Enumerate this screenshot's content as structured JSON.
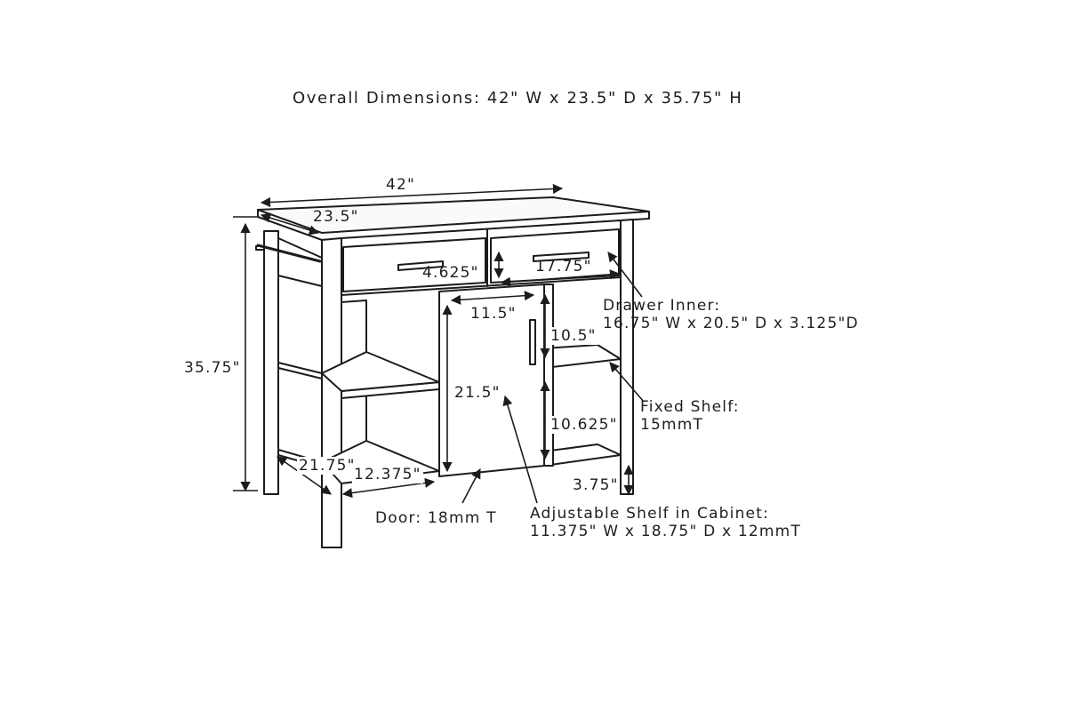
{
  "title": "Overall Dimensions: 42\" W x 23.5\" D x 35.75\" H",
  "dimensions": {
    "width": "42\"",
    "depth": "23.5\"",
    "height": "35.75\"",
    "drawer_height": "4.625\"",
    "drawer_width": "17.75\"",
    "cabinet_width": "11.5\"",
    "side_opening_upper": "10.5\"",
    "cabinet_height": "21.5\"",
    "side_opening_lower": "10.625\"",
    "bottom_depth": "21.75\"",
    "bottom_width": "12.375\"",
    "leg_clearance": "3.75\""
  },
  "callouts": {
    "drawer_inner_title": "Drawer Inner:",
    "drawer_inner_value": "16.75\" W x 20.5\" D x 3.125\"D",
    "fixed_shelf_title": "Fixed Shelf:",
    "fixed_shelf_value": "15mmT",
    "door": "Door: 18mm T",
    "adjustable_shelf_title": "Adjustable Shelf in Cabinet:",
    "adjustable_shelf_value": "11.375\" W x 18.75\" D x 12mmT"
  },
  "colors": {
    "frame": "#1c1c1c",
    "body_fill": "#ffffff",
    "top_fill": "#fafafa",
    "text": "#1e1e1e"
  }
}
